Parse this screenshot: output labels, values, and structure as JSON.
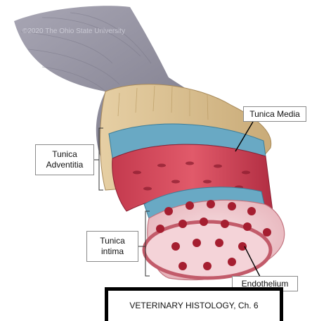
{
  "watermark": "©2020 The Ohio State University",
  "labels": {
    "tunica_media": "Tunica Media",
    "tunica_adventitia": [
      "Tunica",
      "Adventitia"
    ],
    "tunica_intima": [
      "Tunica",
      "intima"
    ],
    "endothelium": "Endothelium"
  },
  "footer": "VETERINARY HISTOLOGY, Ch. 6"
}
